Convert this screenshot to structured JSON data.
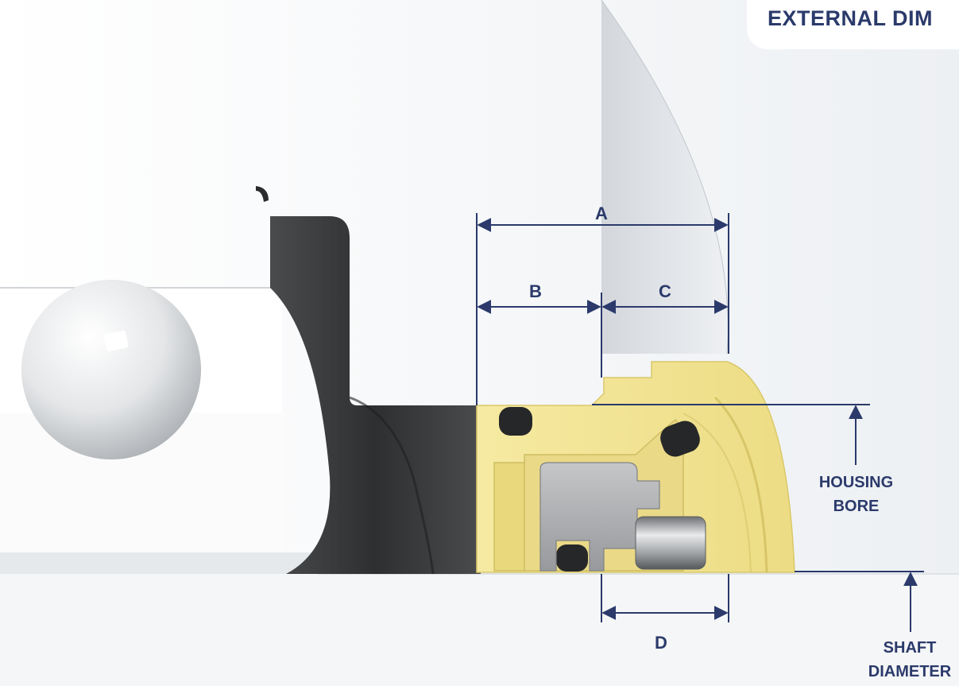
{
  "header": {
    "title": "EXTERNAL DIM"
  },
  "dimensions": {
    "a": "A",
    "b": "B",
    "c": "C",
    "d": "D"
  },
  "callouts": {
    "housing_line1": "HOUSING",
    "housing_line2": "BORE",
    "shaft_line1": "SHAFT",
    "shaft_line2": "DIAMETER"
  },
  "colors": {
    "label": "#2b3a6b",
    "seal_body": "#f3e595",
    "housing": "#3d3e40"
  }
}
